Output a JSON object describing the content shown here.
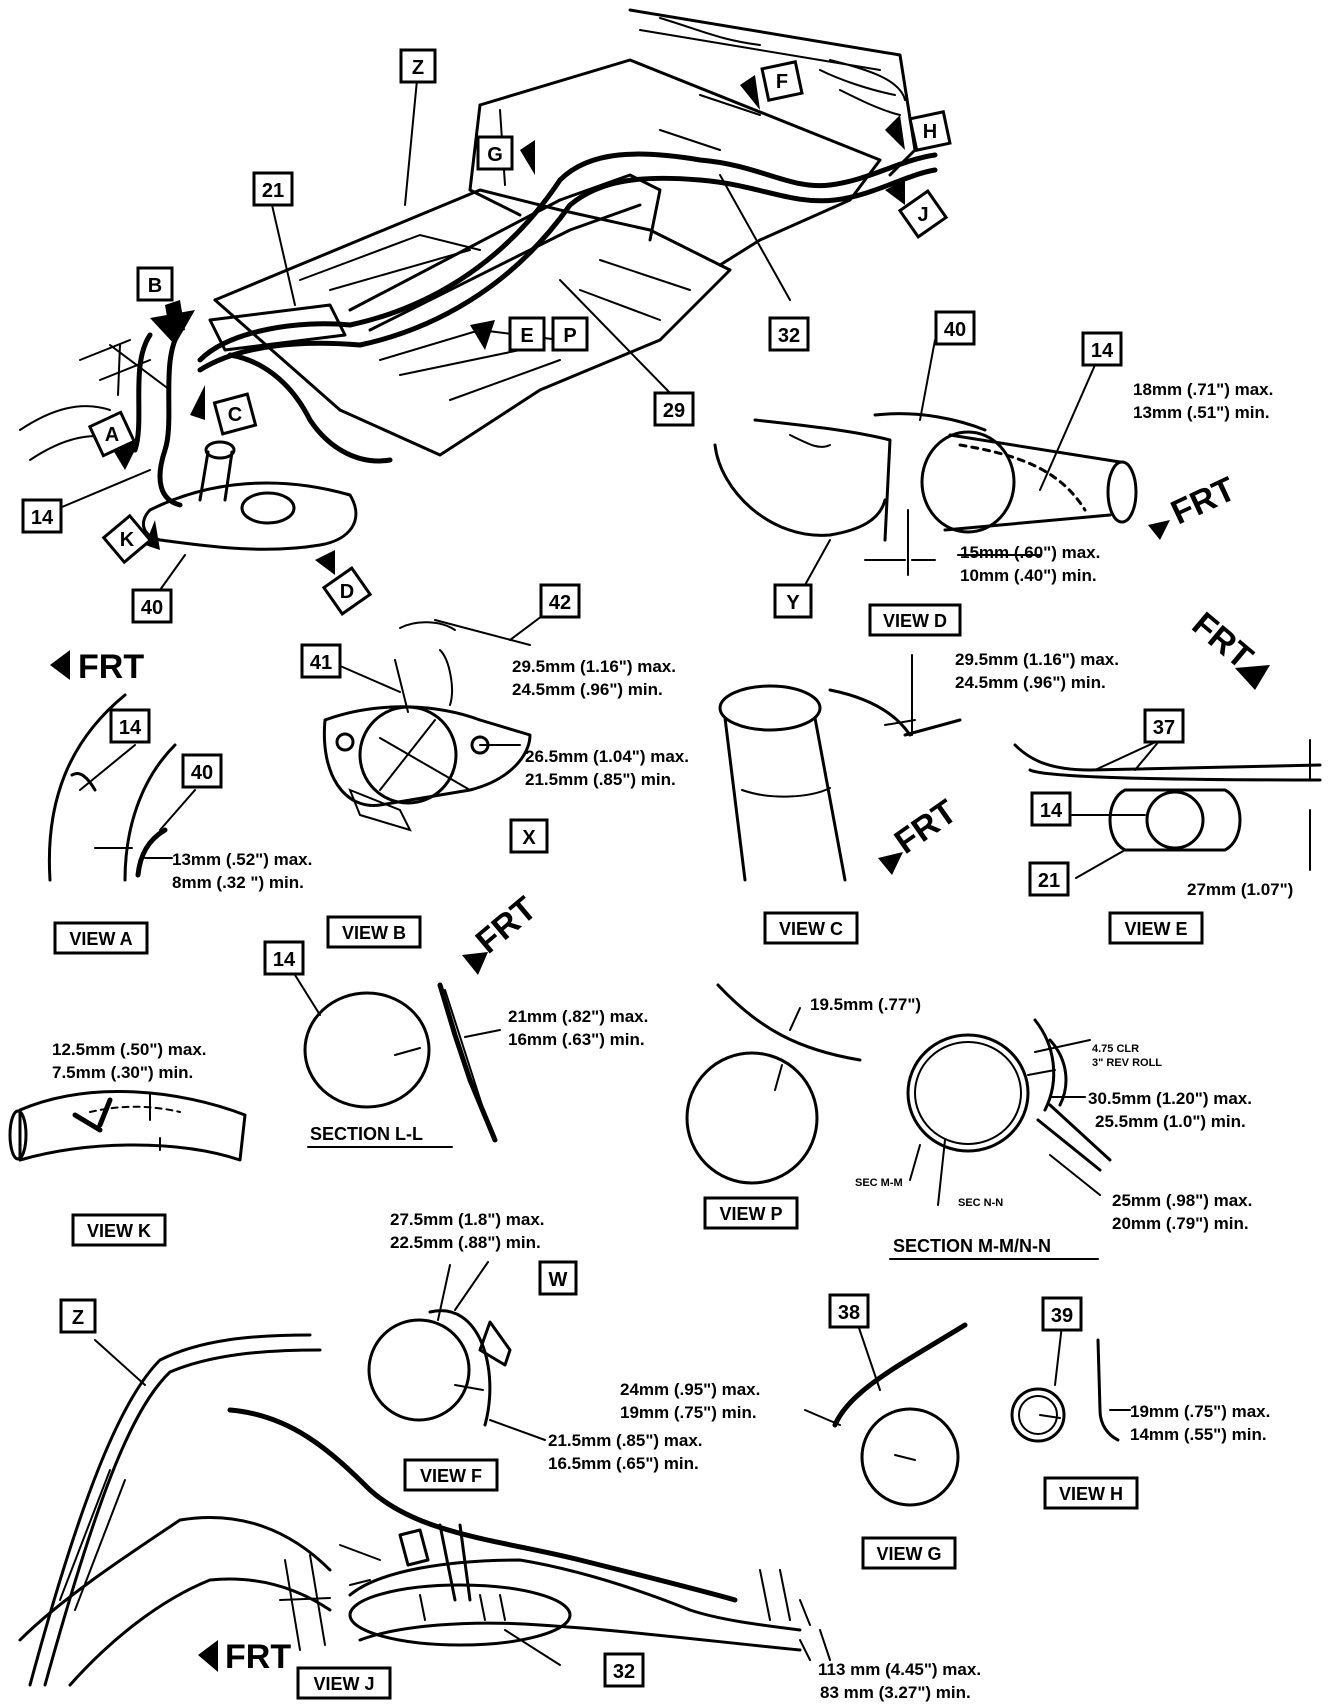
{
  "callouts": {
    "z_top": "Z",
    "f": "F",
    "g": "G",
    "h": "H",
    "j": "J",
    "n21_top": "21",
    "b": "B",
    "e": "E",
    "p": "P",
    "n32_top": "32",
    "c": "C",
    "n29": "29",
    "a": "A",
    "n14_main": "14",
    "k": "K",
    "d": "D",
    "n40_main": "40",
    "n40_viewd": "40",
    "n14_viewd": "14",
    "y": "Y",
    "n42": "42",
    "n41": "41",
    "x": "X",
    "n37": "37",
    "n14_viewe": "14",
    "n21_viewe": "21",
    "n14_viewa": "14",
    "n40_viewa": "40",
    "n14_sectionll": "14",
    "w": "W",
    "n38": "38",
    "n39": "39",
    "z_viewj": "Z",
    "n32_viewj": "32"
  },
  "frt_label": "FRT",
  "view_titles": {
    "view_d": "VIEW D",
    "view_a": "VIEW A",
    "view_b": "VIEW B",
    "view_c": "VIEW C",
    "view_e": "VIEW E",
    "view_k": "VIEW K",
    "section_ll": "SECTION L-L",
    "view_p": "VIEW P",
    "section_mmnn": "SECTION M-M/N-N",
    "view_f": "VIEW F",
    "view_g": "VIEW G",
    "view_h": "VIEW H",
    "view_j": "VIEW J"
  },
  "dimensions": {
    "viewd_1_max": "18mm (.71\") max.",
    "viewd_1_min": "13mm (.51\") min.",
    "viewd_2_max": "15mm (.60\") max.",
    "viewd_2_min": "10mm (.40\") min.",
    "viewb_1_max": "29.5mm (1.16\") max.",
    "viewb_1_min": "24.5mm (.96\") min.",
    "viewb_2_max": "26.5mm (1.04\") max.",
    "viewb_2_min": "21.5mm (.85\") min.",
    "viewc_max": "29.5mm (1.16\") max.",
    "viewc_min": "24.5mm (.96\") min.",
    "viewa_max": "13mm (.52\") max.",
    "viewa_min": "8mm (.32 \") min.",
    "viewe": "27mm (1.07\")",
    "viewk_max": "12.5mm (.50\") max.",
    "viewk_min": "7.5mm (.30\") min.",
    "sectionll_max": "21mm (.82\") max.",
    "sectionll_min": "16mm (.63\") min.",
    "viewp": "19.5mm (.77\")",
    "mm_note_1": "4.75 CLR",
    "mm_note_2": "3\" REV ROLL",
    "mm_1_max": "30.5mm (1.20\") max.",
    "mm_1_min": "25.5mm (1.0\") min.",
    "sec_mm": "SEC M-M",
    "sec_nn": "SEC N-N",
    "mm_2_max": "25mm (.98\") max.",
    "mm_2_min": "20mm (.79\") min.",
    "viewf_1_max": "27.5mm (1.8\") max.",
    "viewf_1_min": "22.5mm (.88\") min.",
    "viewf_2_max": "21.5mm (.85\") max.",
    "viewf_2_min": "16.5mm (.65\") min.",
    "viewg_max": "24mm (.95\") max.",
    "viewg_min": "19mm (.75\") min.",
    "viewh_max": "19mm (.75\") max.",
    "viewh_min": "14mm (.55\") min.",
    "viewj_max": "113 mm (4.45\") max.",
    "viewj_min": "83 mm (3.27\") min."
  }
}
